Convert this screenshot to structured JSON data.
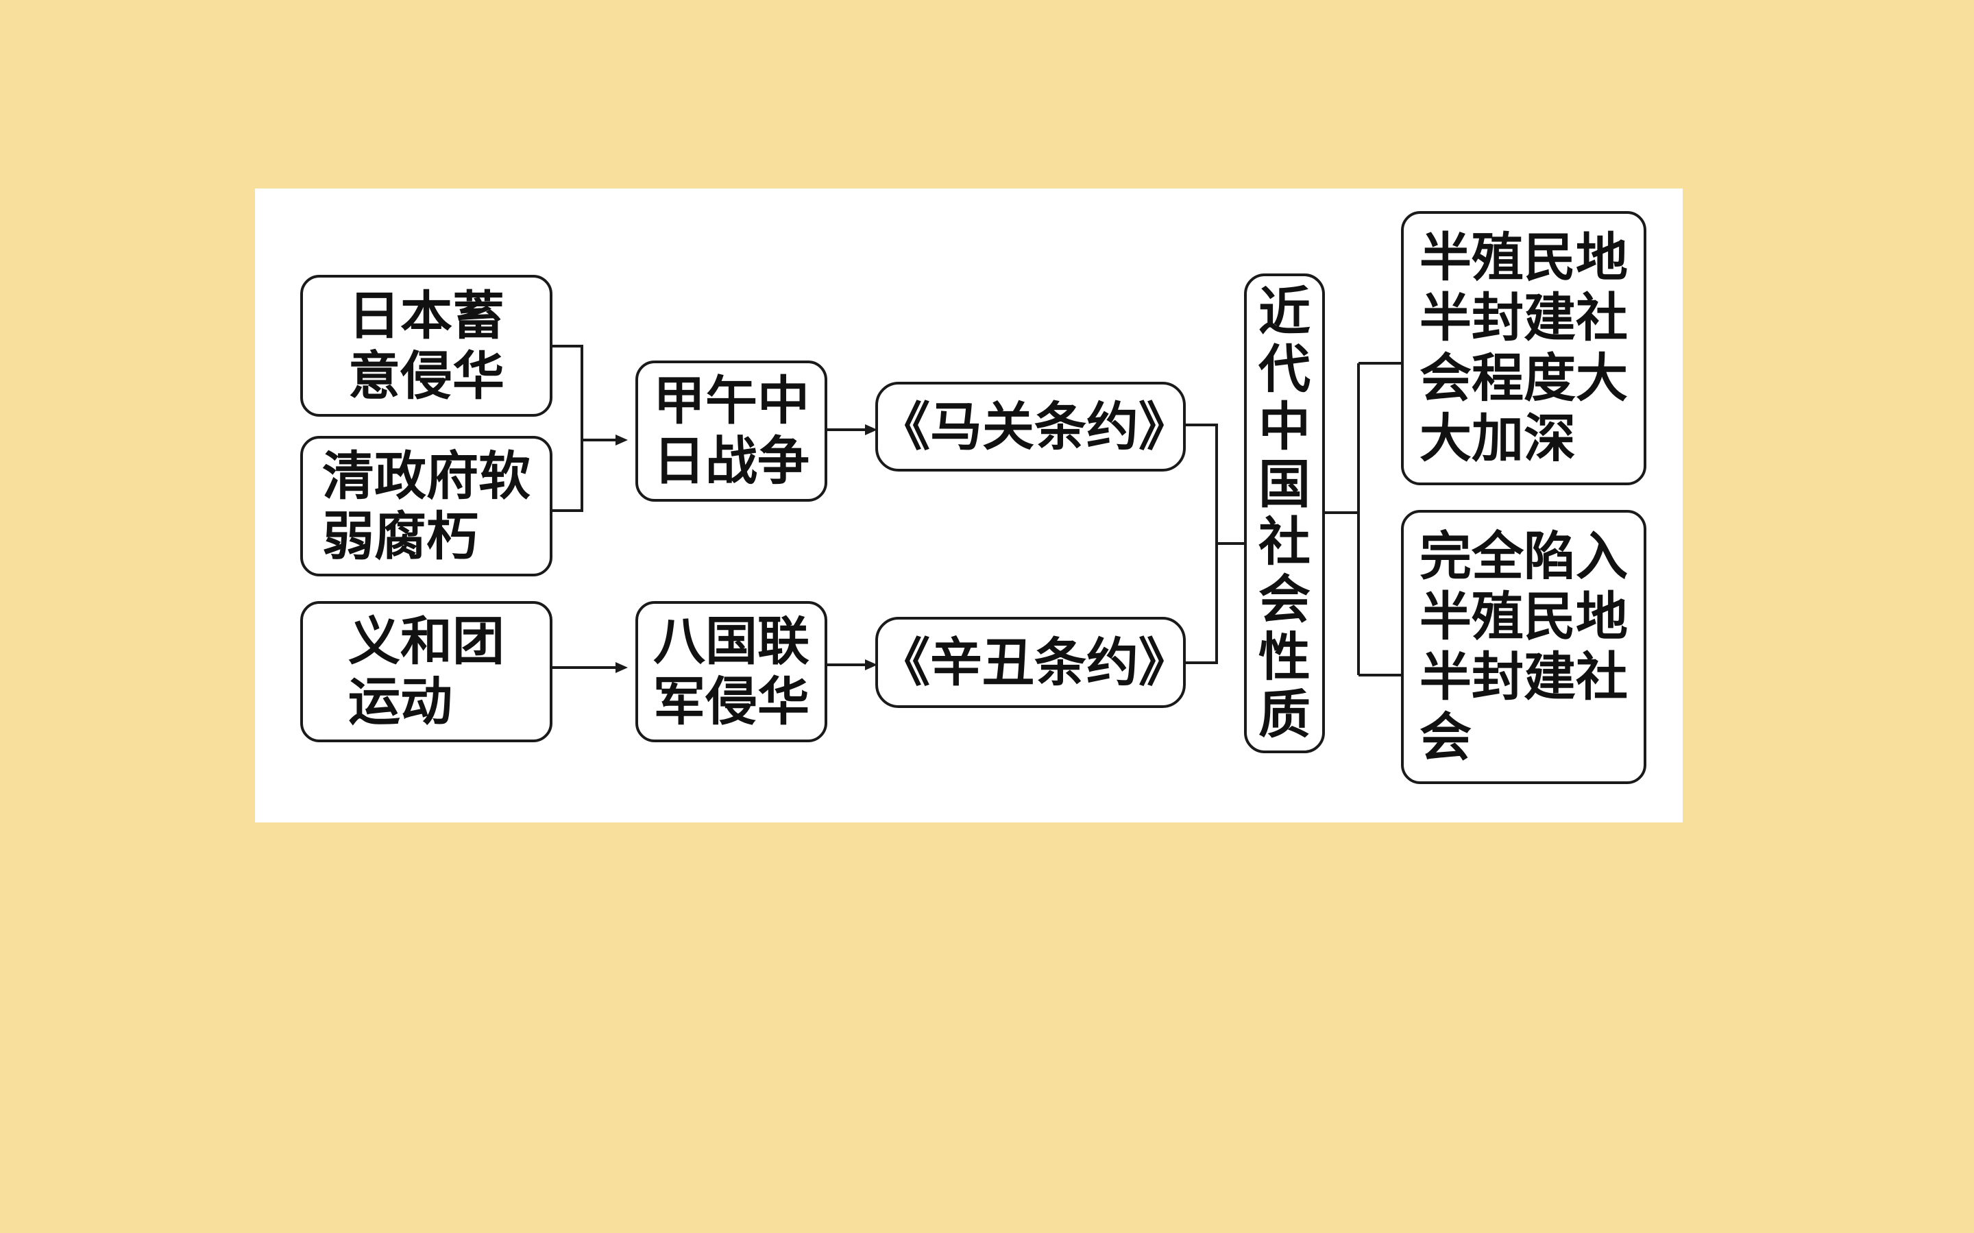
{
  "diagram": {
    "nodes": {
      "japan": "日本蓄\n意侵华",
      "qing": "清政府软\n弱腐朽",
      "boxer": "义和团\n运动",
      "sino_japanese_war": "甲午中\n日战争",
      "eight_nation": "八国联\n军侵华",
      "shimonoseki": "《马关条约》",
      "boxer_protocol": "《辛丑条约》",
      "nature": "近代中国社会性质",
      "deepen": "半殖民地\n半封建社\n会程度大\n大加深",
      "complete": "完全陷入\n半殖民地\n半封建社\n会"
    }
  },
  "colors": {
    "background": "#f8df9c",
    "panel": "#ffffff",
    "stroke": "#1a1a1a"
  }
}
